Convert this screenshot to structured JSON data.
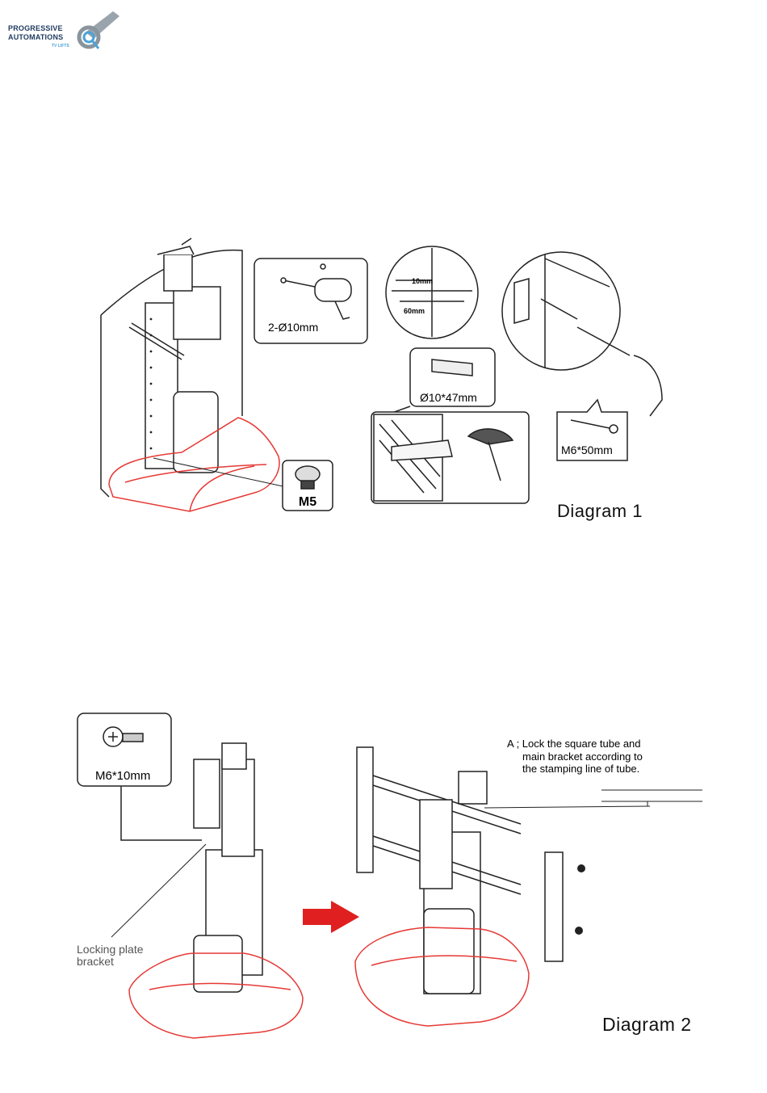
{
  "logo": {
    "line1": "PROGRESSIVE",
    "line2": "AUTOMATIONS",
    "line3": "TV LIFTS",
    "accent_color": "#4aa3d8",
    "brand_color": "#1f3a5f"
  },
  "diagram1": {
    "label": "Diagram 1",
    "drill_callout": "2-Ø10mm",
    "depth_top": "10mm",
    "depth_bottom": "60mm",
    "anchor_callout": "Ø10*47mm",
    "screw_callout": "M6*50mm",
    "base_screw_callout": "M5"
  },
  "diagram2": {
    "label": "Diagram 2",
    "screw_callout": "M6*10mm",
    "note_line1": "A ; Lock the square tube and",
    "note_line2": "main bracket according to",
    "note_line3": "the stamping line of tube.",
    "locking_label_line1": "Locking plate",
    "locking_label_line2": "bracket"
  },
  "colors": {
    "base_red": "#e53935",
    "arrow_red": "#e02020",
    "line": "#222222"
  }
}
